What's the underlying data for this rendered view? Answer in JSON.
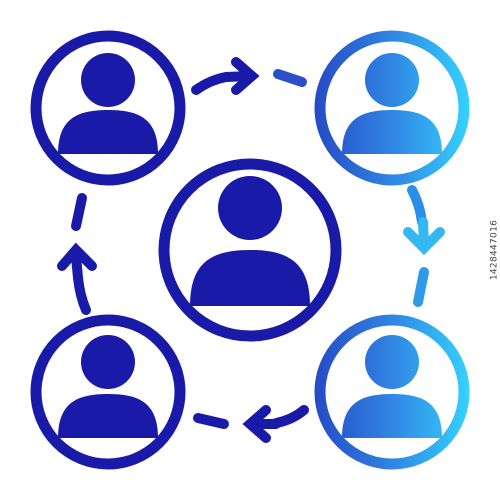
{
  "colors": {
    "primary": "#1a1aa8",
    "secondary": "#2a5fd0",
    "accent_light": "#33ccff",
    "background": "#ffffff"
  },
  "network": {
    "nodes": [
      {
        "name": "node-top-left",
        "icon": "user-icon",
        "fill": "solid"
      },
      {
        "name": "node-top-right",
        "icon": "user-icon",
        "fill": "gradient"
      },
      {
        "name": "node-center",
        "icon": "user-icon",
        "fill": "solid"
      },
      {
        "name": "node-bottom-left",
        "icon": "user-icon",
        "fill": "solid"
      },
      {
        "name": "node-bottom-right",
        "icon": "user-icon",
        "fill": "gradient"
      }
    ],
    "connectors": [
      {
        "from": "node-top-left",
        "to": "node-top-right",
        "direction": "right"
      },
      {
        "from": "node-top-right",
        "to": "node-bottom-right",
        "direction": "down"
      },
      {
        "from": "node-bottom-right",
        "to": "node-bottom-left",
        "direction": "left"
      },
      {
        "from": "node-bottom-left",
        "to": "node-top-left",
        "direction": "up"
      }
    ]
  },
  "watermark": {
    "stock_id": "1428447016"
  }
}
